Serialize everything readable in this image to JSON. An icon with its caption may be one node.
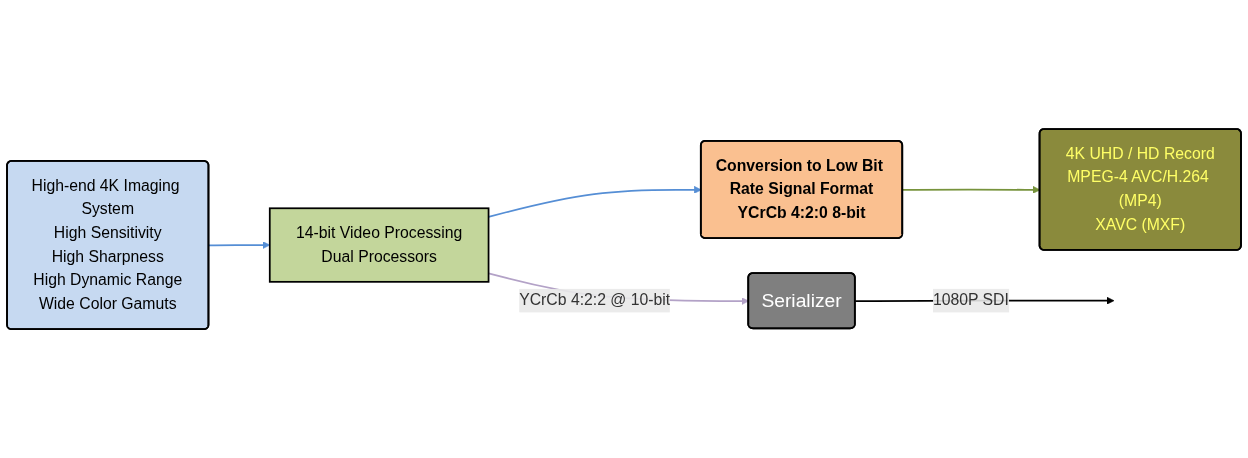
{
  "diagram": {
    "nodes": [
      {
        "text": [
          "High-end 4K Imaging System",
          "High Sensitivity",
          "High Sharpness",
          "High Dynamic Range",
          "Wide Color Gamuts"
        ]
      },
      {
        "text": [
          "14-bit Video Processing",
          "Dual Processors"
        ]
      },
      {
        "text": [
          "Conversion to Low Bit Rate Signal Format",
          "YCrCb 4:2:0 8-bit"
        ]
      },
      {
        "text": [
          "4K UHD / HD Record",
          "MPEG-4 AVC/H.264 (MP4)",
          "XAVC (MXF)"
        ]
      },
      {
        "text": [
          "Serializer"
        ]
      }
    ],
    "edges": [
      {
        "from": 0,
        "to": 1,
        "arrow": "to",
        "color": "#558ed5"
      },
      {
        "from": 1,
        "to": 2,
        "arrow": "to",
        "color": "#558ed5"
      },
      {
        "from": 2,
        "to": 3,
        "arrow": "to",
        "color": "#77933c"
      },
      {
        "from": 1,
        "to": 4,
        "arrow": "to",
        "label": "YCrCb 4:2:2 @ 10-bit",
        "color": "#b3a2c7"
      },
      {
        "from": 4,
        "to": null,
        "arrow": "to",
        "label": "1080P SDI",
        "color": "#000000"
      }
    ]
  }
}
